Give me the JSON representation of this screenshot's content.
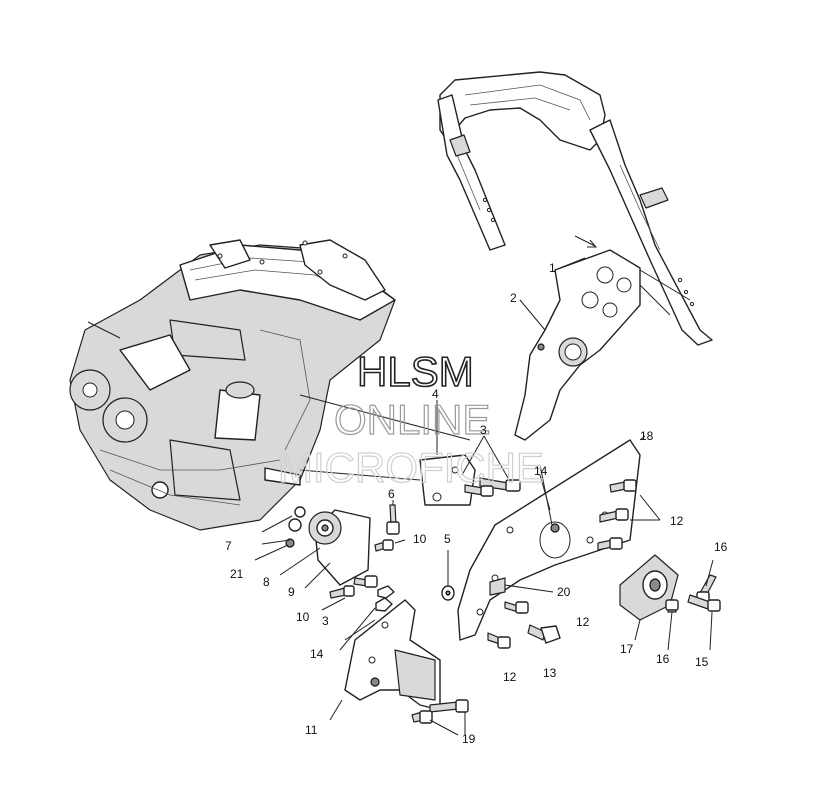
{
  "watermark": {
    "line1": "HLSM",
    "line2": "ONLINE",
    "line3": "MICROFICHE"
  },
  "callouts": {
    "c1": "1",
    "c2": "2",
    "c3a": "3",
    "c3b": "3",
    "c4": "4",
    "c5": "5",
    "c6": "6",
    "c7": "7",
    "c8": "8",
    "c9": "9",
    "c10a": "10",
    "c10b": "10",
    "c11": "11",
    "c12a": "12",
    "c12b": "12",
    "c12c": "12",
    "c13": "13",
    "c14a": "14",
    "c14b": "14",
    "c15": "15",
    "c16a": "16",
    "c16b": "16",
    "c17": "17",
    "c18": "18",
    "c19": "19",
    "c20": "20",
    "c21": "21"
  }
}
